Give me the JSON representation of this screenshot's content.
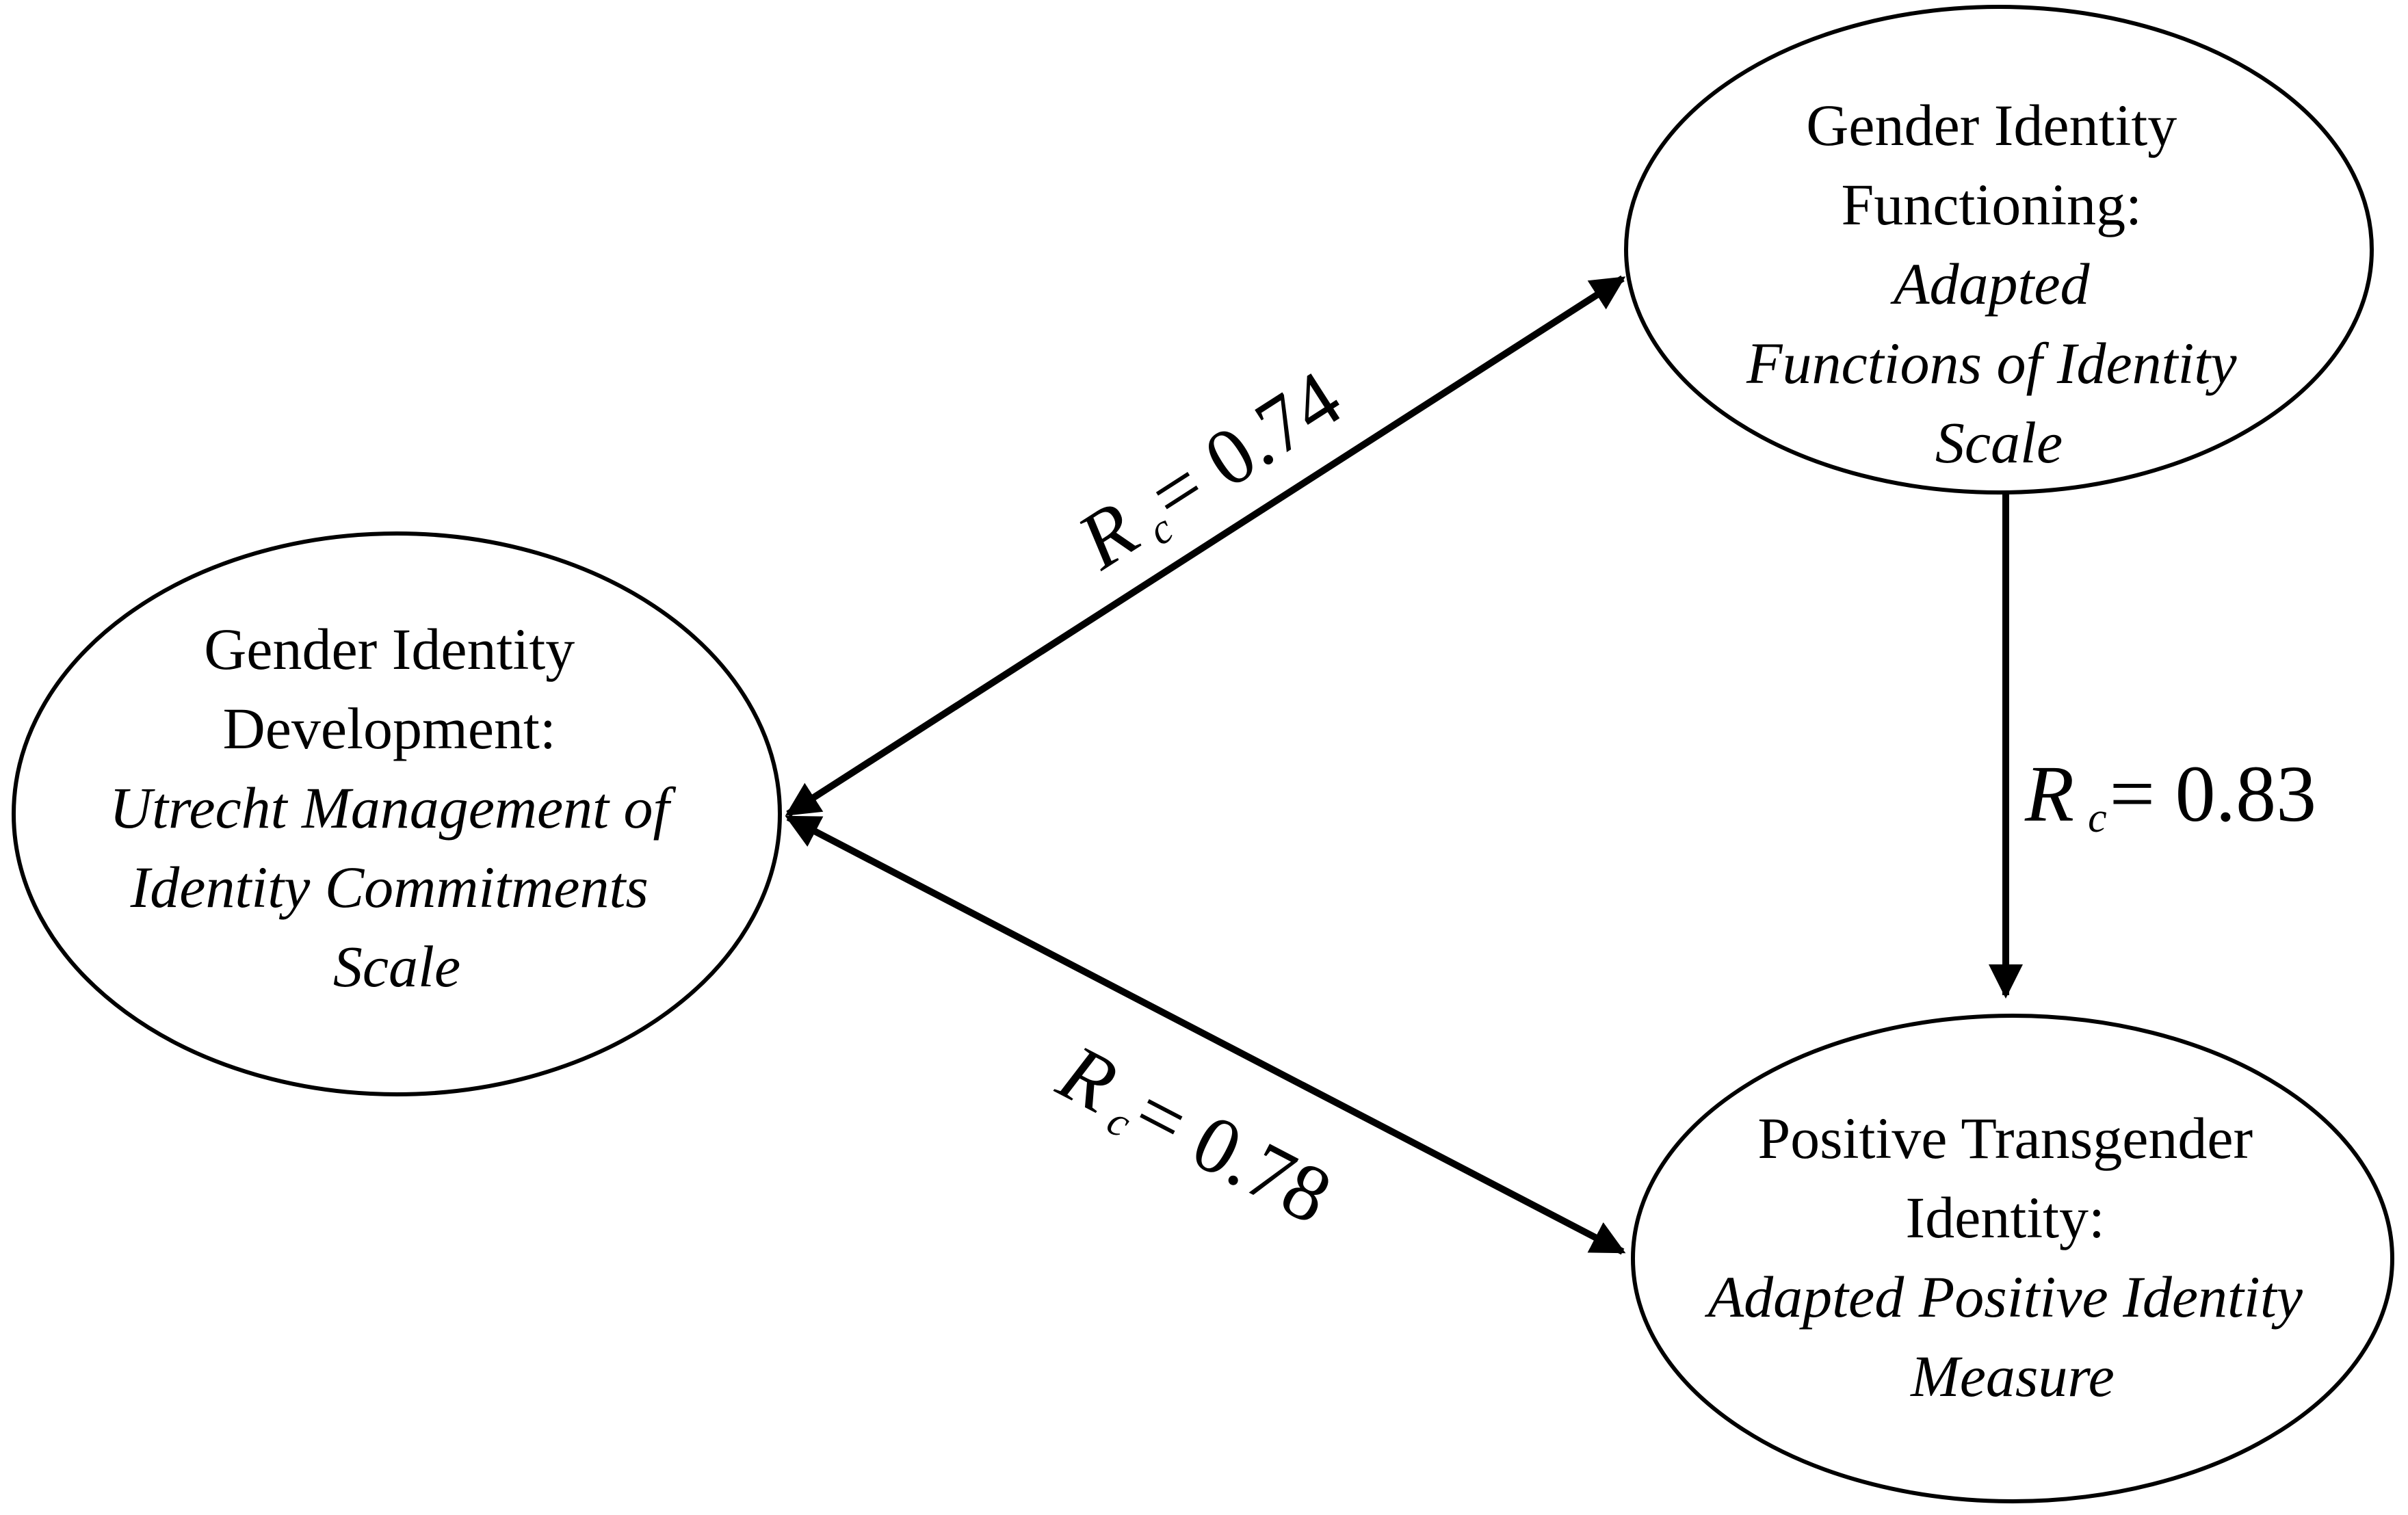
{
  "colors": {
    "background": "#ffffff",
    "stroke": "#000000",
    "text": "#000000"
  },
  "nodes": {
    "development": {
      "lines": [
        {
          "text": "Gender Identity",
          "style": "normal"
        },
        {
          "text": "Development:",
          "style": "normal"
        },
        {
          "text": "Utrecht Management of",
          "style": "italic"
        },
        {
          "text": "Identity Commitments",
          "style": "italic"
        },
        {
          "text": "Scale",
          "style": "italic"
        }
      ]
    },
    "functioning": {
      "lines": [
        {
          "text": "Gender Identity",
          "style": "normal"
        },
        {
          "text": "Functioning:",
          "style": "normal"
        },
        {
          "text": "Adapted",
          "style": "italic"
        },
        {
          "text": "Functions of Identity",
          "style": "italic"
        },
        {
          "text": "Scale",
          "style": "italic"
        }
      ]
    },
    "positive": {
      "lines": [
        {
          "text": "Positive Transgender",
          "style": "normal"
        },
        {
          "text": "Identity:",
          "style": "normal"
        },
        {
          "text": "Adapted Positive Identity",
          "style": "italic"
        },
        {
          "text": "Measure",
          "style": "italic"
        }
      ]
    }
  },
  "edges": {
    "dev_func": {
      "symbol": "R",
      "subscript": "c",
      "value": "= 0.74"
    },
    "func_pos": {
      "symbol": "R",
      "subscript": "c",
      "value": "= 0.83"
    },
    "dev_pos": {
      "symbol": "R",
      "subscript": "c",
      "value": "= 0.78"
    }
  }
}
